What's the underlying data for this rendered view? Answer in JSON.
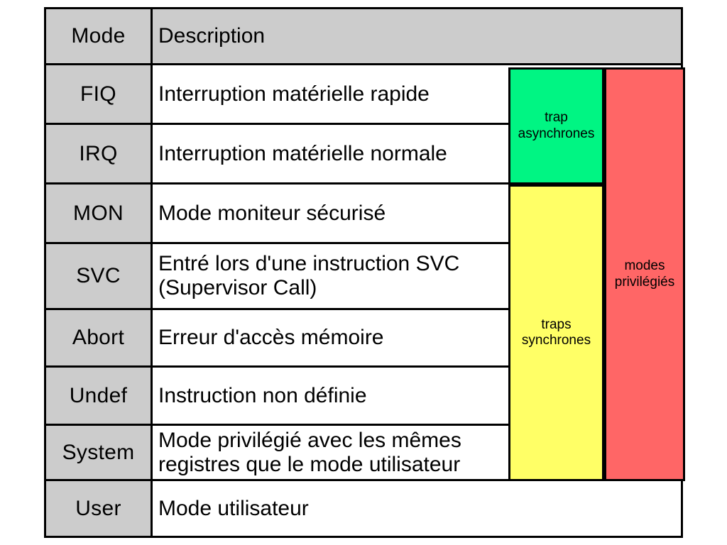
{
  "table": {
    "header": {
      "mode": "Mode",
      "description": "Description"
    },
    "rows": [
      {
        "mode": "FIQ",
        "description_lines": [
          "Interruption matérielle rapide"
        ]
      },
      {
        "mode": "IRQ",
        "description_lines": [
          "Interruption matérielle normale"
        ]
      },
      {
        "mode": "MON",
        "description_lines": [
          "Mode moniteur sécurisé"
        ]
      },
      {
        "mode": "SVC",
        "description_lines": [
          "Entré lors d'une instruction SVC",
          "(Supervisor Call)"
        ]
      },
      {
        "mode": "Abort",
        "description_lines": [
          "Erreur d'accès mémoire"
        ]
      },
      {
        "mode": "Undef",
        "description_lines": [
          "Instruction non définie"
        ]
      },
      {
        "mode": "System",
        "description_lines": [
          "Mode privilégié avec les mêmes",
          "registres que le mode utilisateur"
        ]
      },
      {
        "mode": "User",
        "description_lines": [
          "Mode utilisateur"
        ]
      }
    ]
  },
  "groups": [
    {
      "id": "trap-asynchrones",
      "label_lines": [
        "trap",
        "asynchrones"
      ],
      "color": "#00F583",
      "covers": [
        "FIQ",
        "IRQ"
      ]
    },
    {
      "id": "traps-synchrones",
      "label_lines": [
        "traps",
        "synchrones"
      ],
      "color": "#FFFF66",
      "covers": [
        "MON",
        "SVC",
        "Abort",
        "Undef",
        "System"
      ]
    },
    {
      "id": "modes-privilegies",
      "label_lines": [
        "modes",
        "privilégiés"
      ],
      "color": "#FF6666",
      "covers": [
        "FIQ",
        "IRQ",
        "MON",
        "SVC",
        "Abort",
        "Undef",
        "System"
      ]
    }
  ],
  "colors": {
    "header_background": "#CCCCCC",
    "mode_column_background": "#CCCCCC",
    "description_background": "#FFFFFF",
    "border": "#000000",
    "page_background": "#FFFFFF"
  }
}
